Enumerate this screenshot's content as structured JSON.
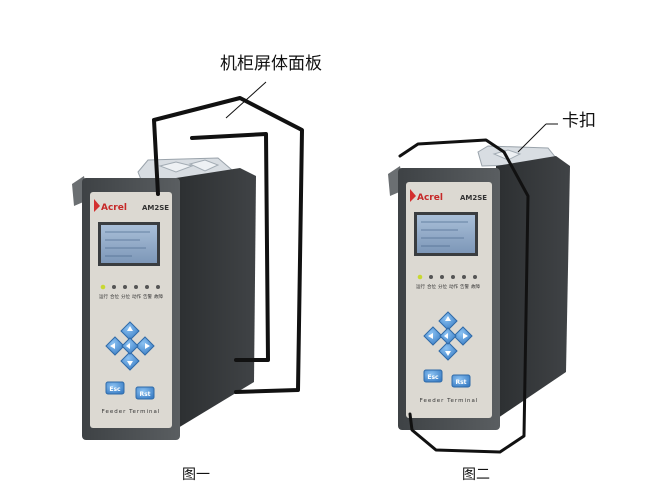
{
  "callouts": {
    "panel": "机柜屏体面板",
    "clip": "卡扣"
  },
  "captions": {
    "fig1": "图一",
    "fig2": "图二"
  },
  "device": {
    "brand": "Acrel",
    "model": "AM2SE",
    "footer": "Feeder Terminal",
    "indicators": [
      "运行",
      "合位",
      "分位",
      "动作",
      "告警",
      "故障"
    ],
    "buttons": {
      "esc": "Esc",
      "rst": "Rst"
    }
  },
  "colors": {
    "body": "#4b4f52",
    "face": "#d9d6cf",
    "screen": "#8fa9c8",
    "key_blue": "#4a8fd6"
  }
}
